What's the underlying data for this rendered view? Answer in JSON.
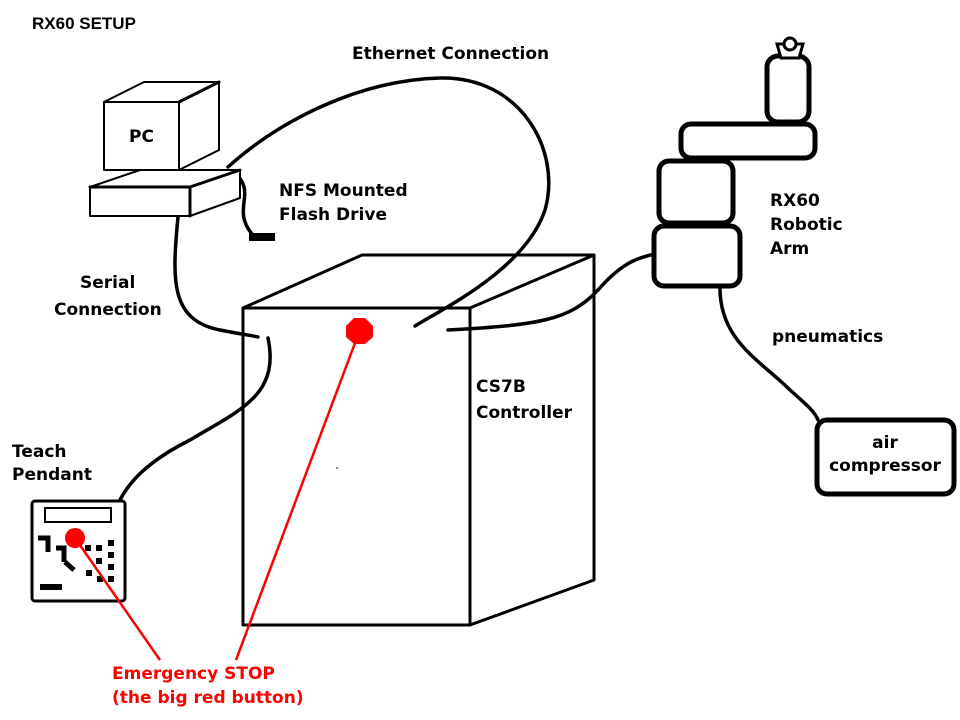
{
  "title": "RX60 SETUP",
  "labels": {
    "ethernet": "Ethernet Connection",
    "pc": "PC",
    "nfs": [
      "NFS Mounted",
      "Flash Drive"
    ],
    "serial": [
      "Serial",
      "Connection"
    ],
    "teach": [
      "Teach",
      "Pendant"
    ],
    "controller": [
      "CS7B",
      "Controller"
    ],
    "robot": [
      "RX60",
      "Robotic",
      "Arm"
    ],
    "pneumatics": "pneumatics",
    "air": [
      "air",
      "compressor"
    ],
    "estop": [
      "Emergency STOP",
      "(the big red button)"
    ]
  },
  "colors": {
    "line": "#000000",
    "emergency": "#ff0000",
    "background": "#ffffff"
  }
}
